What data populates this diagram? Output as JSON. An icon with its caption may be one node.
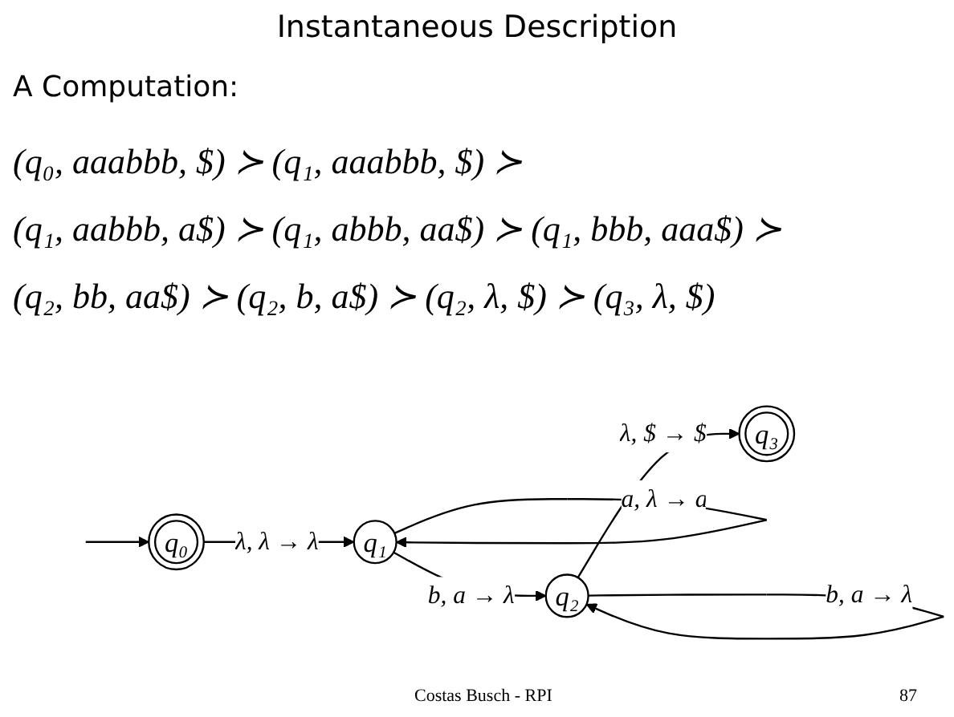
{
  "diagram": {
    "title": "Instantaneous Description",
    "nodes": [
      {
        "text": [
          "q₀"
        ]
      },
      {
        "text": [
          "q₁"
        ]
      },
      {
        "text": [
          "q₂"
        ]
      },
      {
        "text": [
          "q₃"
        ]
      }
    ],
    "edges": [
      {
        "from": null,
        "to": 0,
        "arrow": "to"
      },
      {
        "from": 0,
        "to": 1,
        "arrow": "to",
        "label": "λ, λ → λ"
      },
      {
        "from": 1,
        "to": 1,
        "arrow": "to",
        "label": "a, λ → a"
      },
      {
        "from": 1,
        "to": 2,
        "arrow": "to",
        "label": "b, a → λ"
      },
      {
        "from": 2,
        "to": 2,
        "arrow": "to",
        "label": "b, a → λ"
      },
      {
        "from": 2,
        "to": 3,
        "arrow": "to",
        "label": "λ, $ → $"
      }
    ],
    "labels": [
      "A Computation:",
      "(q₀, aaabbb, $) ≻ (q₁, aaabbb, $) ≻",
      "(q₁, aabbb, a$) ≻ (q₁, abbb, aa$) ≻ (q₁, bbb, aaa$) ≻",
      "(q₂, bb, aa$) ≻ (q₂, b, a$) ≻ (q₂, λ, $) ≻ (q₃, λ, $)",
      "Costas Busch - RPI",
      "87"
    ]
  }
}
